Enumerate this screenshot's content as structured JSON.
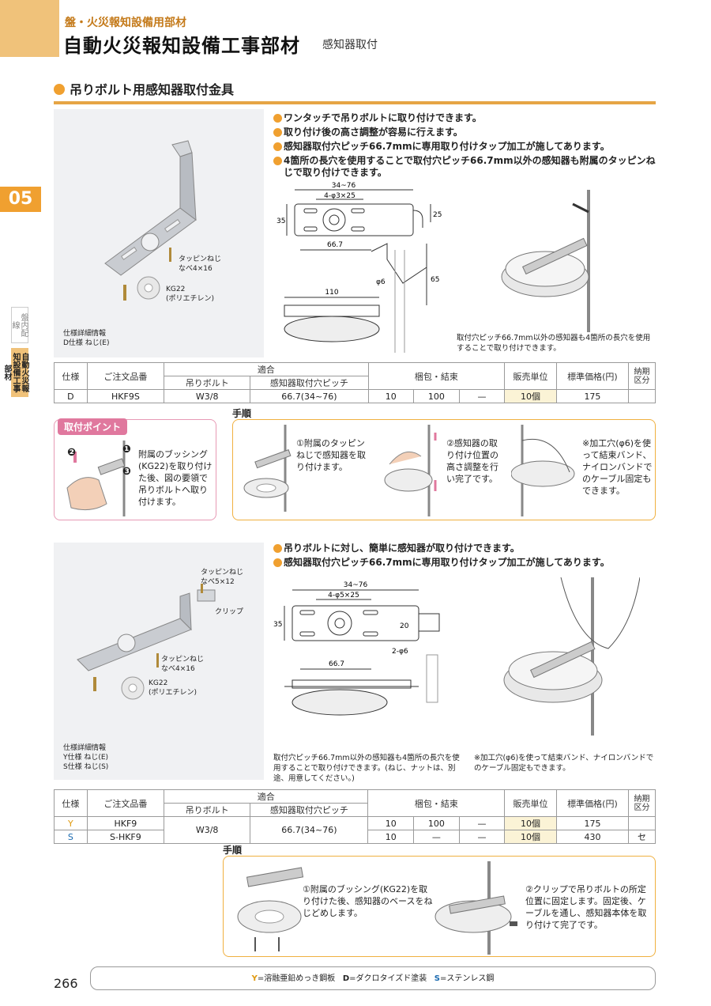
{
  "header": {
    "category": "盤・火災報知設備用部材",
    "title": "自動火災報知設備工事部材",
    "subtitle": "感知器取付"
  },
  "side": {
    "chapter": "05",
    "tab1": "盤内配線",
    "tab2": "自動火災報知設備工事部材"
  },
  "section": {
    "title": "吊りボルト用感知器取付金具"
  },
  "p1": {
    "bullets": [
      "ワンタッチで吊りボルトに取り付けできます。",
      "取り付け後の高さ調整が容易に行えます。",
      "感知器取付穴ピッチ66.7mmに専用取り付けタップ加工が施してあります。",
      "4箇所の長穴を使用することで取付穴ピッチ66.7mm以外の感知器も附属のタッピンねじで取り付けできます。"
    ],
    "photo_label1": "タッピンねじ",
    "photo_label2": "なべ4×16",
    "photo_label3": "KG22",
    "photo_label4": "(ポリエチレン)",
    "spec_title": "仕様詳細情報",
    "spec_line": "D仕様 ねじ(E)",
    "dims": {
      "d1": "34~76",
      "d2": "4-φ3×25",
      "d3": "35",
      "d4": "25",
      "d5": "66.7",
      "d6": "φ6",
      "d7": "65",
      "d8": "110"
    },
    "note": "取付穴ピッチ66.7mm以外の感知器も4箇所の長穴を使用することで取り付けできます。"
  },
  "table1": {
    "headers": {
      "spec": "仕様",
      "order": "ご注文品番",
      "fit": "適合",
      "bolt": "吊りボルト",
      "pitch": "感知器取付穴ピッチ",
      "pack": "梱包・結束",
      "unit": "販売単位",
      "price": "標準価格(円)",
      "delivery": "納期区分"
    },
    "rows": [
      {
        "spec": "D",
        "order": "HKF9S",
        "bolt": "W3/8",
        "pitch": "66.7(34~76)",
        "p1": "10",
        "p2": "100",
        "p3": "—",
        "unit": "10個",
        "price": "175",
        "delivery": ""
      }
    ]
  },
  "point": {
    "label": "取付ポイント",
    "n1": "❶",
    "n2": "❷",
    "n3": "❸",
    "text": "附属のブッシング(KG22)を取り付けた後、図の要領で吊りボルトへ取り付けます。"
  },
  "steps1": {
    "title": "手順",
    "s1": "①附属のタッピンねじで感知器を取り付けます。",
    "s2": "②感知器の取り付け位置の高さ調整を行い完了です。",
    "s3": "※加工穴(φ6)を使って結束バンド、ナイロンバンドでのケーブル固定もできます。"
  },
  "p2": {
    "bullets": [
      "吊りボルトに対し、簡単に感知器が取り付けできます。",
      "感知器取付穴ピッチ66.7mmに専用取り付けタップ加工が施してあります。"
    ],
    "photo_label1": "タッピンねじ",
    "photo_label2": "なべ5×12",
    "photo_label3": "クリップ",
    "photo_label4": "タッピンねじ",
    "photo_label5": "なべ4×16",
    "photo_label6": "KG22",
    "photo_label7": "(ポリエチレン)",
    "spec_title": "仕様詳細情報",
    "spec_line1": "Y仕様 ねじ(E)",
    "spec_line2": "S仕様 ねじ(S)",
    "dims": {
      "d1": "34~76",
      "d2": "4-φ5×25",
      "d3": "35",
      "d4": "20",
      "d5": "2-φ6",
      "d6": "66.7"
    },
    "note1": "取付穴ピッチ66.7mm以外の感知器も4箇所の長穴を使用することで取り付けできます。(ねじ、ナットは、別途、用意してください。)",
    "note2": "※加工穴(φ6)を使って結束バンド、ナイロンバンドでのケーブル固定もできます。"
  },
  "table2": {
    "rows": [
      {
        "spec": "Y",
        "order": "HKF9",
        "bolt": "W3/8",
        "pitch": "66.7(34~76)",
        "p1": "10",
        "p2": "100",
        "p3": "—",
        "unit": "10個",
        "price": "175",
        "delivery": ""
      },
      {
        "spec": "S",
        "order": "S-HKF9",
        "bolt": "",
        "pitch": "",
        "p1": "10",
        "p2": "—",
        "p3": "—",
        "unit": "10個",
        "price": "430",
        "delivery": "セ"
      }
    ]
  },
  "steps2": {
    "title": "手順",
    "s1": "①附属のブッシング(KG22)を取り付けた後、感知器のベースをねじどめします。",
    "s2": "②クリップで吊りボルトの所定位置に固定します。固定後、ケーブルを通し、感知器本体を取り付けて完了です。"
  },
  "footer": {
    "page": "266",
    "y": "Y",
    "y_text": "=溶融亜鉛めっき鋼板",
    "d": "D",
    "d_text": "=ダクロタイズド塗装",
    "s": "S",
    "s_text": "=ステンレス鋼"
  },
  "colors": {
    "accent": "#f0a030",
    "band": "#f0c27a",
    "pink": "#e0789e"
  }
}
